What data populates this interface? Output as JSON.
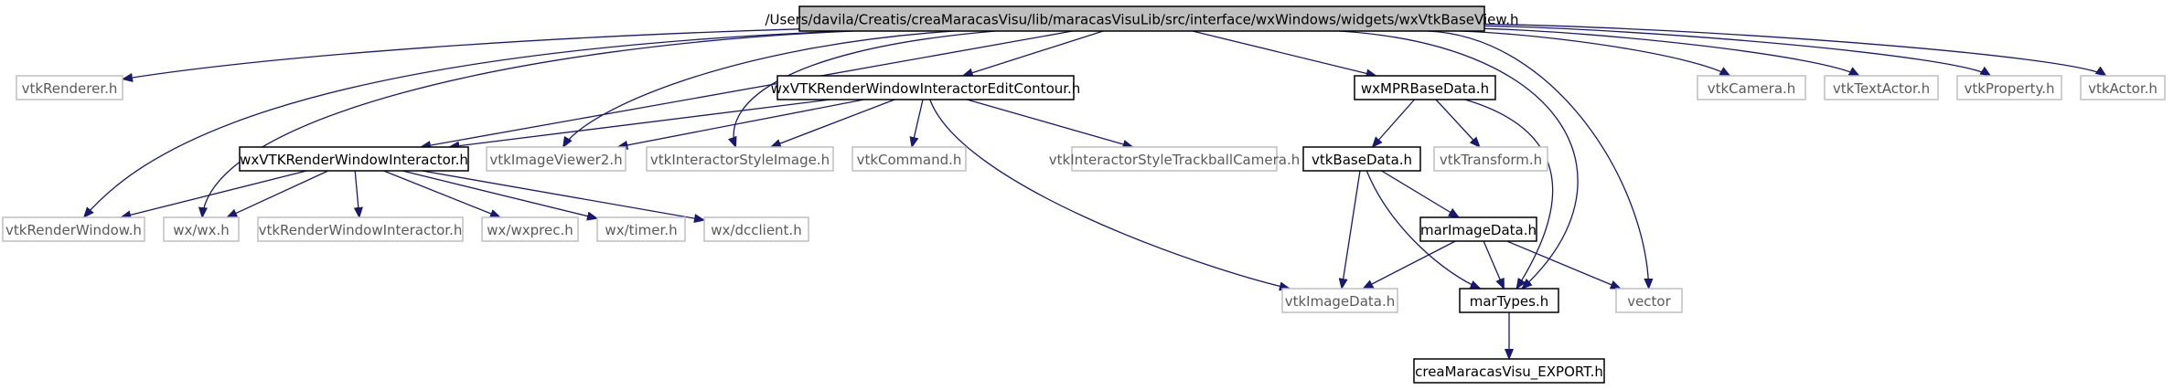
{
  "graph": {
    "colors": {
      "edge": "#191970",
      "root_fill": "#bfbfbf",
      "root_border": "#000000",
      "local_border": "#000000",
      "external_border": "#bfbfbf",
      "text": "#000000",
      "external_text": "#5a5a5a"
    },
    "nodes": [
      {
        "id": "root",
        "label": "/Users/davila/Creatis/creaMaracasVisu/lib/maracasVisuLib/src/interface/wxWindows/widgets/wxVtkBaseView.h",
        "kind": "root"
      },
      {
        "id": "vtkRenderer",
        "label": "vtkRenderer.h",
        "kind": "external"
      },
      {
        "id": "wxVTKRWIEditContour",
        "label": "wxVTKRenderWindowInteractorEditContour.h",
        "kind": "local"
      },
      {
        "id": "wxMPRBaseData",
        "label": "wxMPRBaseData.h",
        "kind": "local"
      },
      {
        "id": "vtkCamera",
        "label": "vtkCamera.h",
        "kind": "external"
      },
      {
        "id": "vtkTextActor",
        "label": "vtkTextActor.h",
        "kind": "external"
      },
      {
        "id": "vtkProperty",
        "label": "vtkProperty.h",
        "kind": "external"
      },
      {
        "id": "vtkActor",
        "label": "vtkActor.h",
        "kind": "external"
      },
      {
        "id": "wxVTKRWI",
        "label": "wxVTKRenderWindowInteractor.h",
        "kind": "local"
      },
      {
        "id": "vtkImageViewer2",
        "label": "vtkImageViewer2.h",
        "kind": "external"
      },
      {
        "id": "vtkInteractorStyleImage",
        "label": "vtkInteractorStyleImage.h",
        "kind": "external"
      },
      {
        "id": "vtkCommand",
        "label": "vtkCommand.h",
        "kind": "external"
      },
      {
        "id": "vtkISTrackballCamera",
        "label": "vtkInteractorStyleTrackballCamera.h",
        "kind": "external"
      },
      {
        "id": "vtkBaseData",
        "label": "vtkBaseData.h",
        "kind": "local"
      },
      {
        "id": "vtkTransform",
        "label": "vtkTransform.h",
        "kind": "external"
      },
      {
        "id": "vtkRenderWindow",
        "label": "vtkRenderWindow.h",
        "kind": "external"
      },
      {
        "id": "wxwx",
        "label": "wx/wx.h",
        "kind": "external"
      },
      {
        "id": "vtkRWI",
        "label": "vtkRenderWindowInteractor.h",
        "kind": "external"
      },
      {
        "id": "wxprec",
        "label": "wx/wxprec.h",
        "kind": "external"
      },
      {
        "id": "wxtimer",
        "label": "wx/timer.h",
        "kind": "external"
      },
      {
        "id": "dcclient",
        "label": "wx/dcclient.h",
        "kind": "external"
      },
      {
        "id": "marImageData",
        "label": "marImageData.h",
        "kind": "local"
      },
      {
        "id": "vtkImageData",
        "label": "vtkImageData.h",
        "kind": "external"
      },
      {
        "id": "marTypes",
        "label": "marTypes.h",
        "kind": "local"
      },
      {
        "id": "vector",
        "label": "vector",
        "kind": "external"
      },
      {
        "id": "creaExport",
        "label": "creaMaracasVisu_EXPORT.h",
        "kind": "local"
      }
    ],
    "edges": [
      [
        "root",
        "vtkRenderer"
      ],
      [
        "root",
        "wxVTKRWIEditContour"
      ],
      [
        "root",
        "wxMPRBaseData"
      ],
      [
        "root",
        "vtkCamera"
      ],
      [
        "root",
        "vtkTextActor"
      ],
      [
        "root",
        "vtkProperty"
      ],
      [
        "root",
        "vtkActor"
      ],
      [
        "root",
        "wxVTKRWI"
      ],
      [
        "root",
        "vtkImageViewer2"
      ],
      [
        "root",
        "vtkInteractorStyleImage"
      ],
      [
        "root",
        "vtkRenderWindow"
      ],
      [
        "root",
        "wxwx"
      ],
      [
        "root",
        "marTypes"
      ],
      [
        "root",
        "vector"
      ],
      [
        "wxVTKRWIEditContour",
        "wxVTKRWI"
      ],
      [
        "wxVTKRWIEditContour",
        "vtkImageViewer2"
      ],
      [
        "wxVTKRWIEditContour",
        "vtkInteractorStyleImage"
      ],
      [
        "wxVTKRWIEditContour",
        "vtkCommand"
      ],
      [
        "wxVTKRWIEditContour",
        "vtkISTrackballCamera"
      ],
      [
        "wxVTKRWIEditContour",
        "vtkImageData"
      ],
      [
        "wxVTKRWI",
        "vtkRenderWindow"
      ],
      [
        "wxVTKRWI",
        "wxwx"
      ],
      [
        "wxVTKRWI",
        "vtkRWI"
      ],
      [
        "wxVTKRWI",
        "wxprec"
      ],
      [
        "wxVTKRWI",
        "wxtimer"
      ],
      [
        "wxVTKRWI",
        "dcclient"
      ],
      [
        "wxMPRBaseData",
        "vtkBaseData"
      ],
      [
        "wxMPRBaseData",
        "vtkTransform"
      ],
      [
        "wxMPRBaseData",
        "marTypes"
      ],
      [
        "vtkBaseData",
        "marImageData"
      ],
      [
        "vtkBaseData",
        "vtkImageData"
      ],
      [
        "vtkBaseData",
        "marTypes"
      ],
      [
        "marImageData",
        "vtkImageData"
      ],
      [
        "marImageData",
        "marTypes"
      ],
      [
        "marImageData",
        "vector"
      ],
      [
        "marTypes",
        "creaExport"
      ]
    ]
  }
}
